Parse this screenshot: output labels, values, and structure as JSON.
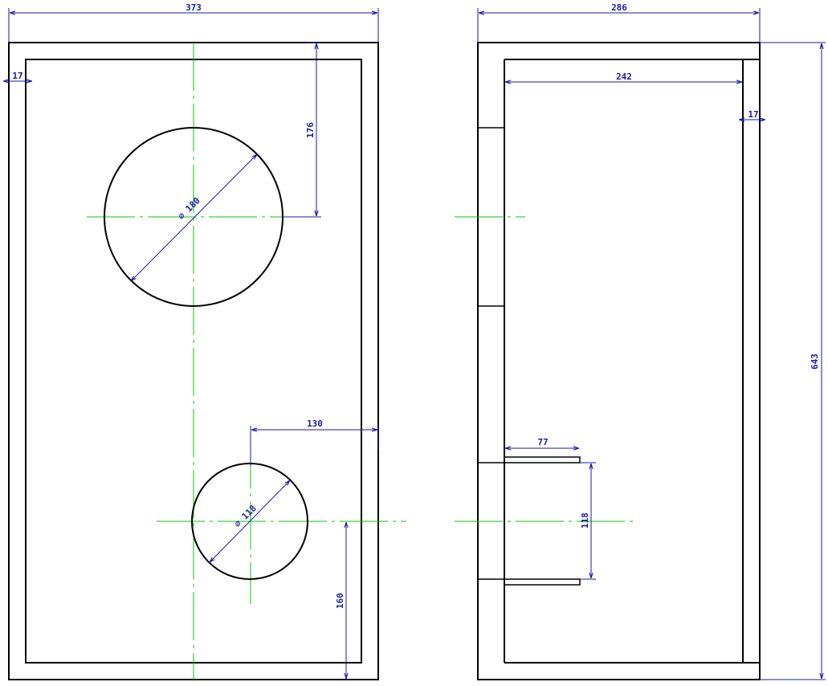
{
  "colors": {
    "outline": "#000000",
    "centerline": "#00cc00",
    "dimension": "#1a1aa6",
    "background": "#ffffff"
  },
  "front_view": {
    "overall_width": "373",
    "wall_thickness": "17",
    "woofer_offset_from_top": "176",
    "woofer_diameter": "⌀ 180",
    "tweeter_offset_from_side": "130",
    "tweeter_diameter": "⌀ 118",
    "tweeter_offset_from_bottom": "160"
  },
  "side_view": {
    "overall_depth": "286",
    "inner_depth": "242",
    "back_wall_thickness": "17",
    "overall_height": "643",
    "chamber_depth": "77",
    "chamber_height": "118"
  }
}
